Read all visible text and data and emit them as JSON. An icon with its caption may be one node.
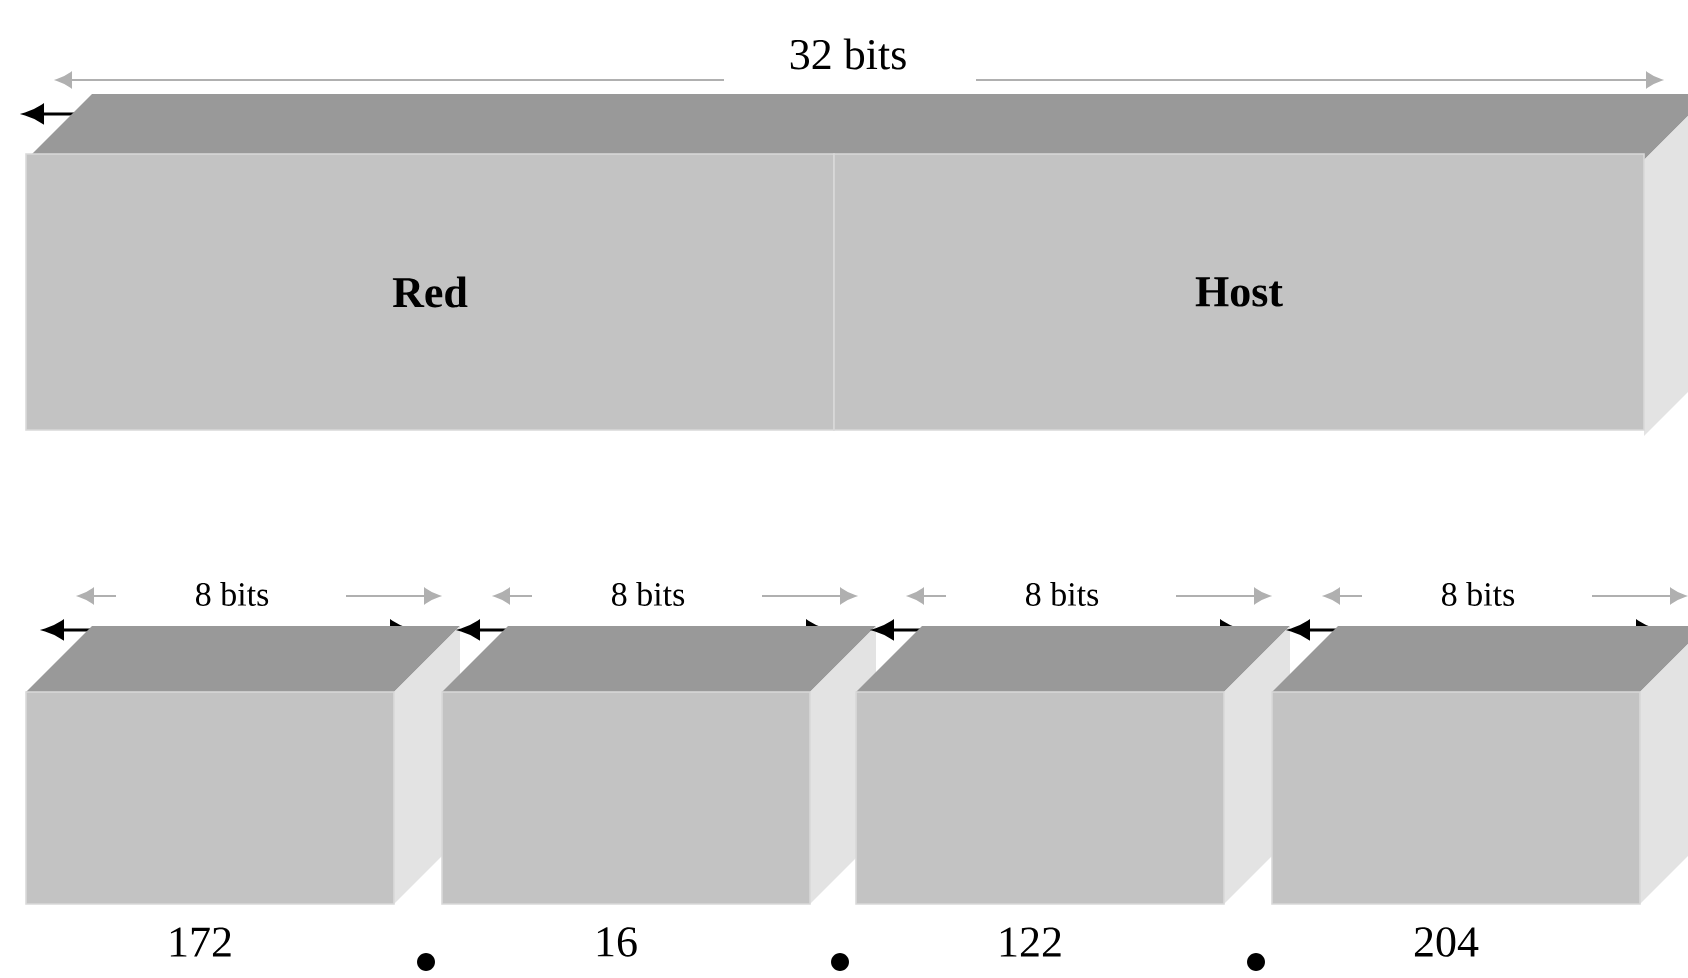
{
  "diagram": {
    "nodes": [
      {
        "text": [
          "Red"
        ]
      },
      {
        "text": [
          "Host"
        ]
      },
      {
        "text": [],
        "shape": "box",
        "beside": [
          "172"
        ]
      },
      {
        "text": [],
        "shape": "box",
        "beside": [
          "16"
        ]
      },
      {
        "text": [],
        "shape": "box",
        "beside": [
          "122"
        ]
      },
      {
        "text": [],
        "shape": "box",
        "beside": [
          "204"
        ]
      }
    ],
    "labels": [
      "32 bits",
      "8 bits",
      "8 bits",
      "8 bits",
      "8 bits"
    ]
  }
}
